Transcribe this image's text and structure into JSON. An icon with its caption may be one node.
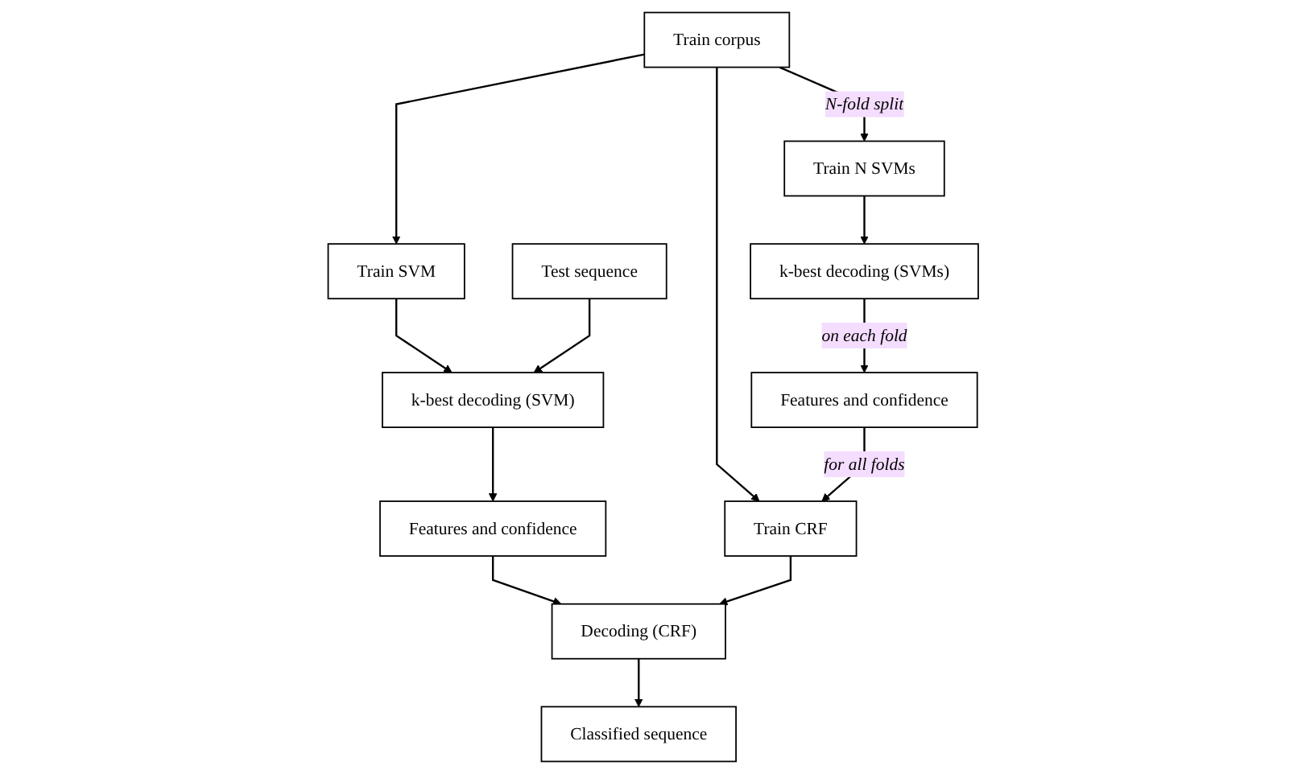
{
  "diagram": {
    "nodes": [
      {
        "text": [
          "Train corpus"
        ]
      },
      {
        "text": [
          "Train N SVMs"
        ]
      },
      {
        "text": [
          "Train SVM"
        ]
      },
      {
        "text": [
          "Test sequence"
        ]
      },
      {
        "text": [
          "k-best decoding (SVMs)"
        ]
      },
      {
        "text": [
          "k-best decoding (SVM)"
        ]
      },
      {
        "text": [
          "Features and confidence"
        ]
      },
      {
        "text": [
          "Features and confidence"
        ]
      },
      {
        "text": [
          "Train CRF"
        ]
      },
      {
        "text": [
          "Decoding (CRF)"
        ]
      },
      {
        "text": [
          "Classified sequence"
        ]
      }
    ],
    "edges": [
      {
        "from": 0,
        "to": 1,
        "arrow": "to",
        "label": "N-fold split"
      },
      {
        "from": 0,
        "to": 2,
        "arrow": "to"
      },
      {
        "from": 0,
        "to": 8,
        "arrow": "to"
      },
      {
        "from": 1,
        "to": 4,
        "arrow": "to"
      },
      {
        "from": 2,
        "to": 5,
        "arrow": "to"
      },
      {
        "from": 3,
        "to": 5,
        "arrow": "to"
      },
      {
        "from": 4,
        "to": 6,
        "arrow": "to",
        "label": "on each fold"
      },
      {
        "from": 6,
        "to": 8,
        "arrow": "to",
        "label": "for all folds"
      },
      {
        "from": 5,
        "to": 7,
        "arrow": "to"
      },
      {
        "from": 7,
        "to": 9,
        "arrow": "to"
      },
      {
        "from": 8,
        "to": 9,
        "arrow": "to"
      },
      {
        "from": 9,
        "to": 10,
        "arrow": "to"
      }
    ]
  }
}
